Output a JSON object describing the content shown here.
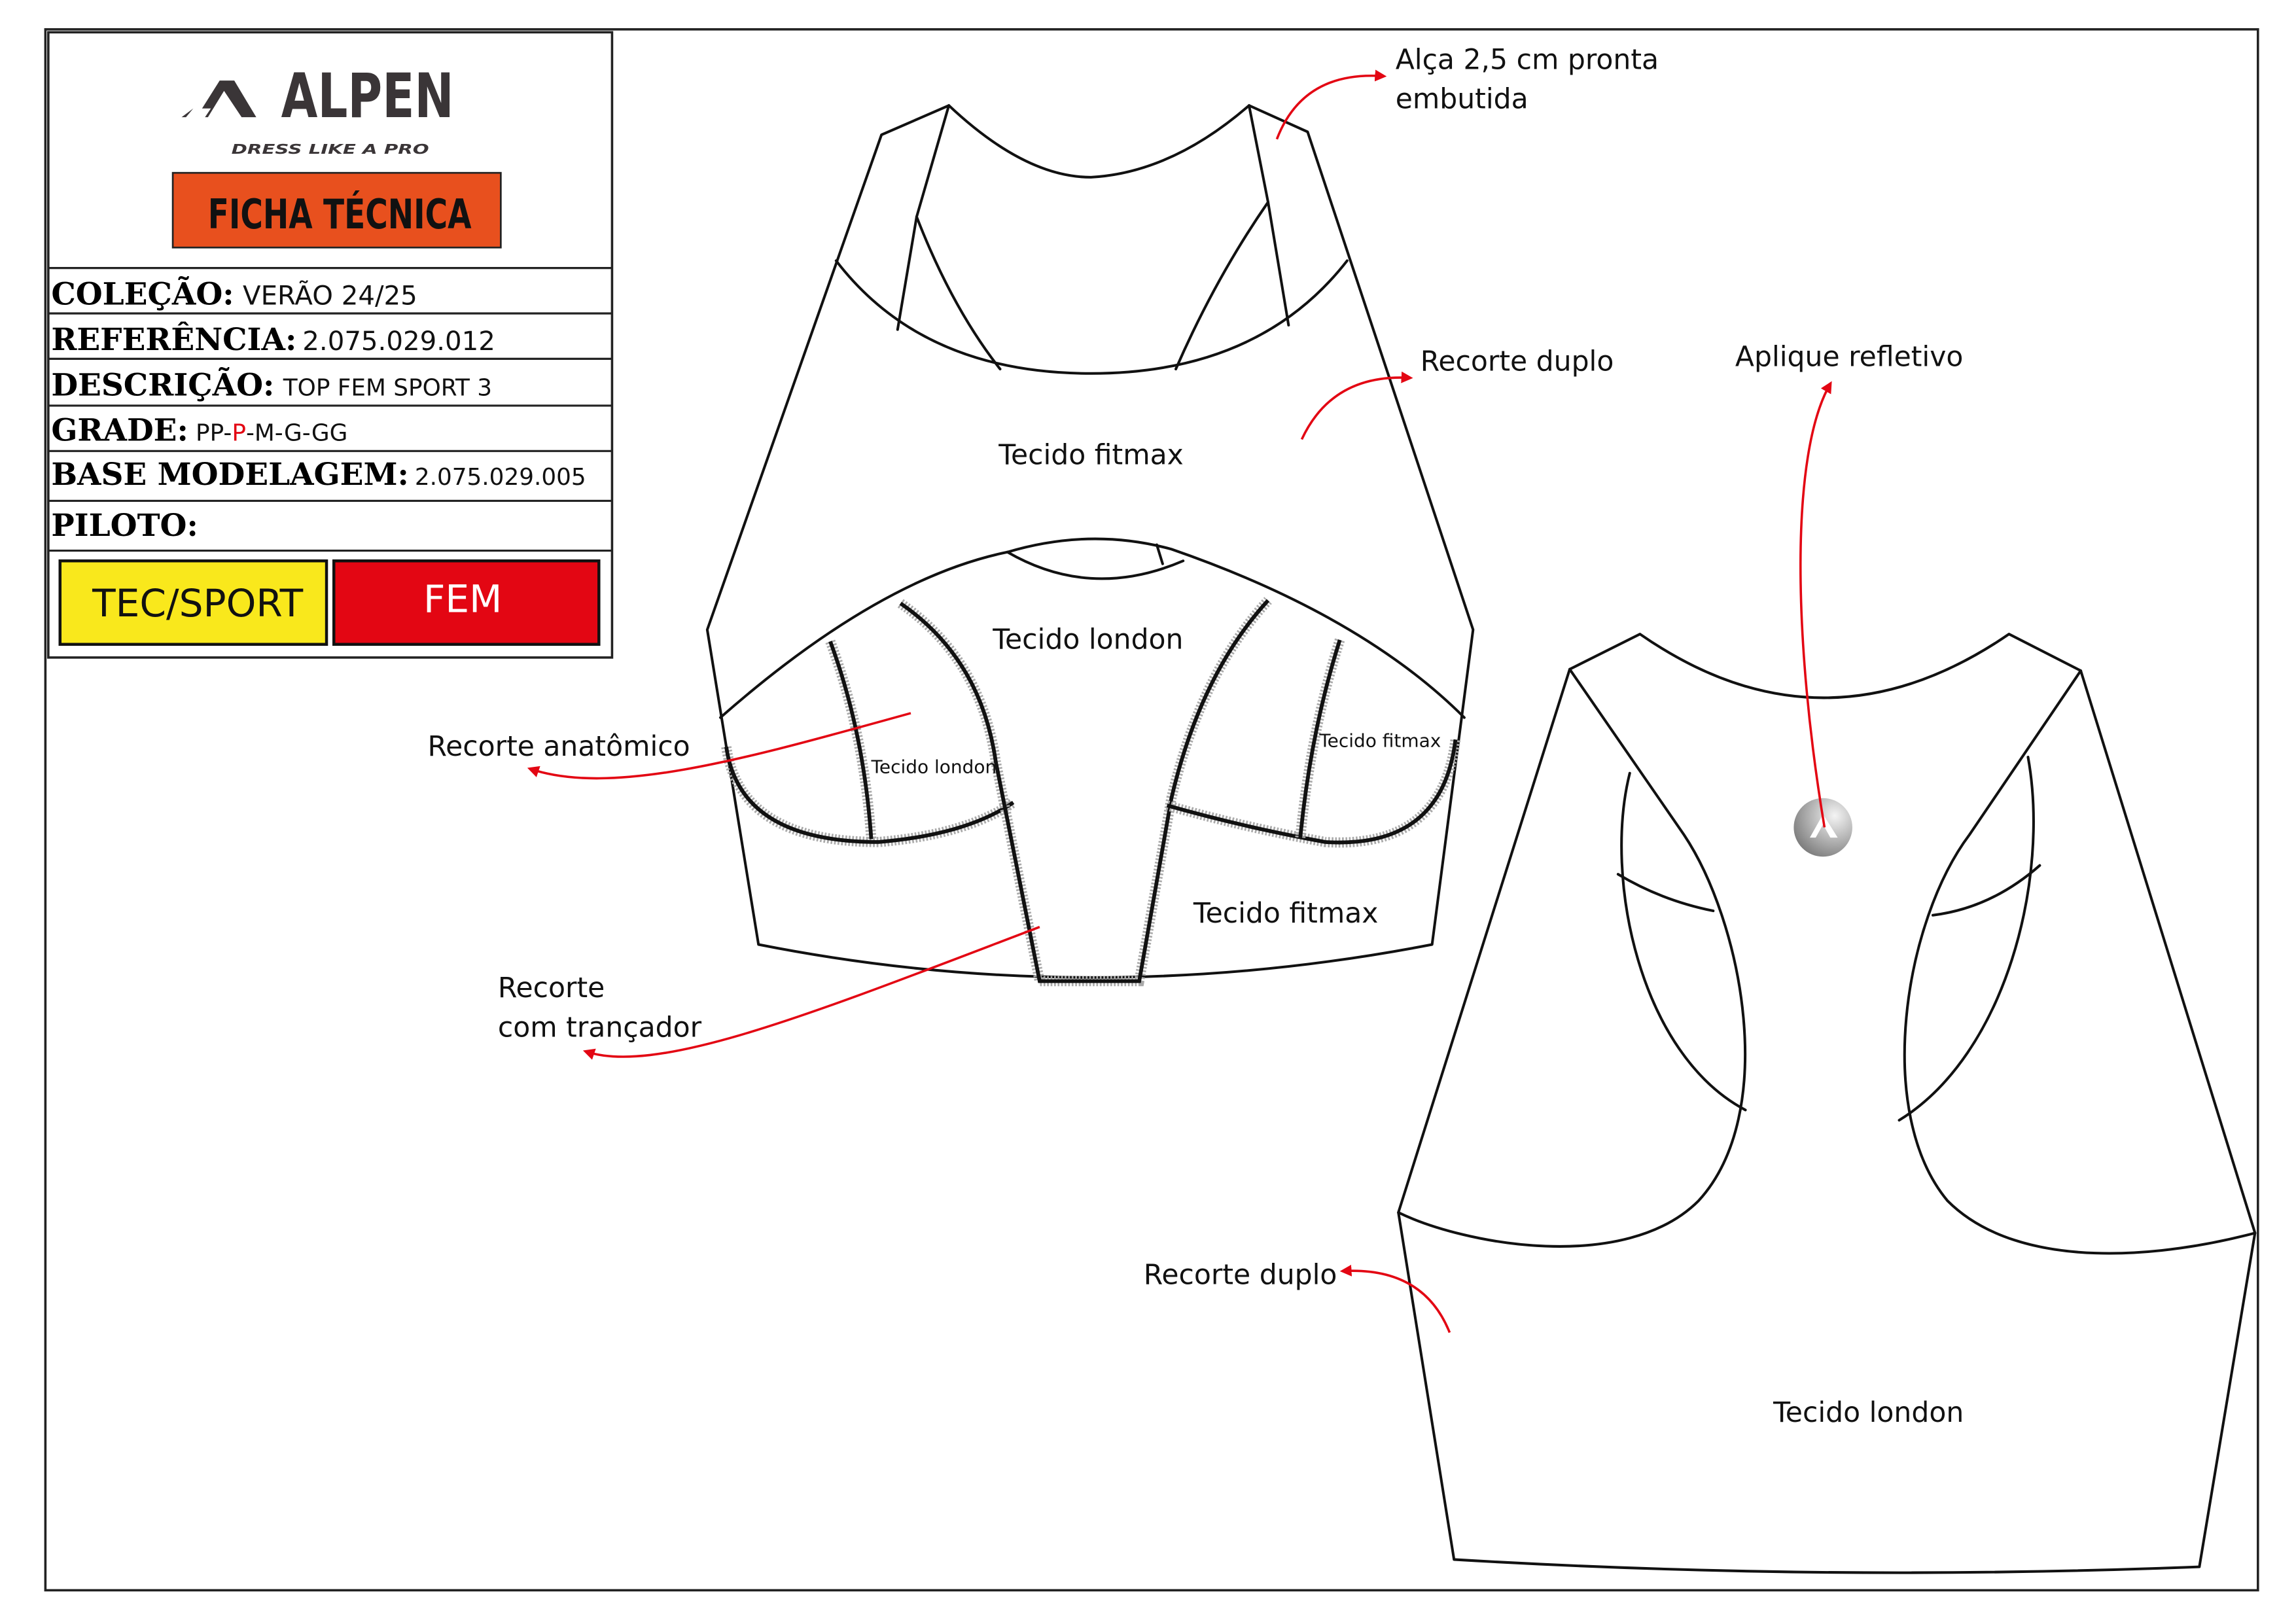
{
  "header": {
    "brand": "ALPEN",
    "tagline": "DRESS LIKE A PRO",
    "doc_title": "FICHA TÉCNICA",
    "fields": [
      {
        "label": "COLEÇÃO:",
        "value": "VERÃO 24/25"
      },
      {
        "label": "REFERÊNCIA:",
        "value": "2.075.029.012"
      },
      {
        "label": "DESCRIÇÃO:",
        "value": "TOP FEM SPORT 3"
      },
      {
        "label": "GRADE:",
        "value_parts": [
          "PP-",
          "P",
          "-M-G-GG"
        ]
      },
      {
        "label": "BASE MODELAGEM:",
        "value": "2.075.029.005"
      },
      {
        "label": "PILOTO:",
        "value": ""
      }
    ],
    "badges": [
      {
        "label": "TEC/SPORT",
        "color": "#F9E81C"
      },
      {
        "label": "FEM",
        "color": "#E30613"
      }
    ],
    "title_color": "#E8501E",
    "highlight_size_color": "#E30613"
  },
  "front": {
    "annotations": {
      "strap_line1": "Alça 2,5 cm pronta",
      "strap_line2": "embutida",
      "double_cut": "Recorte duplo",
      "anatomic_cut": "Recorte anatômico",
      "braid_line1": "Recorte",
      "braid_line2": "com trançador"
    },
    "fabrics": {
      "upper": "Tecido fitmax",
      "center": "Tecido london",
      "left_cup": "Tecido london",
      "right_cup": "Tecido fitmax",
      "lower": "Tecido fitmax"
    }
  },
  "back": {
    "annotations": {
      "reflective": "Aplique refletivo",
      "double_cut": "Recorte duplo"
    },
    "fabrics": {
      "body": "Tecido london"
    }
  },
  "accent_color": "#E30613"
}
